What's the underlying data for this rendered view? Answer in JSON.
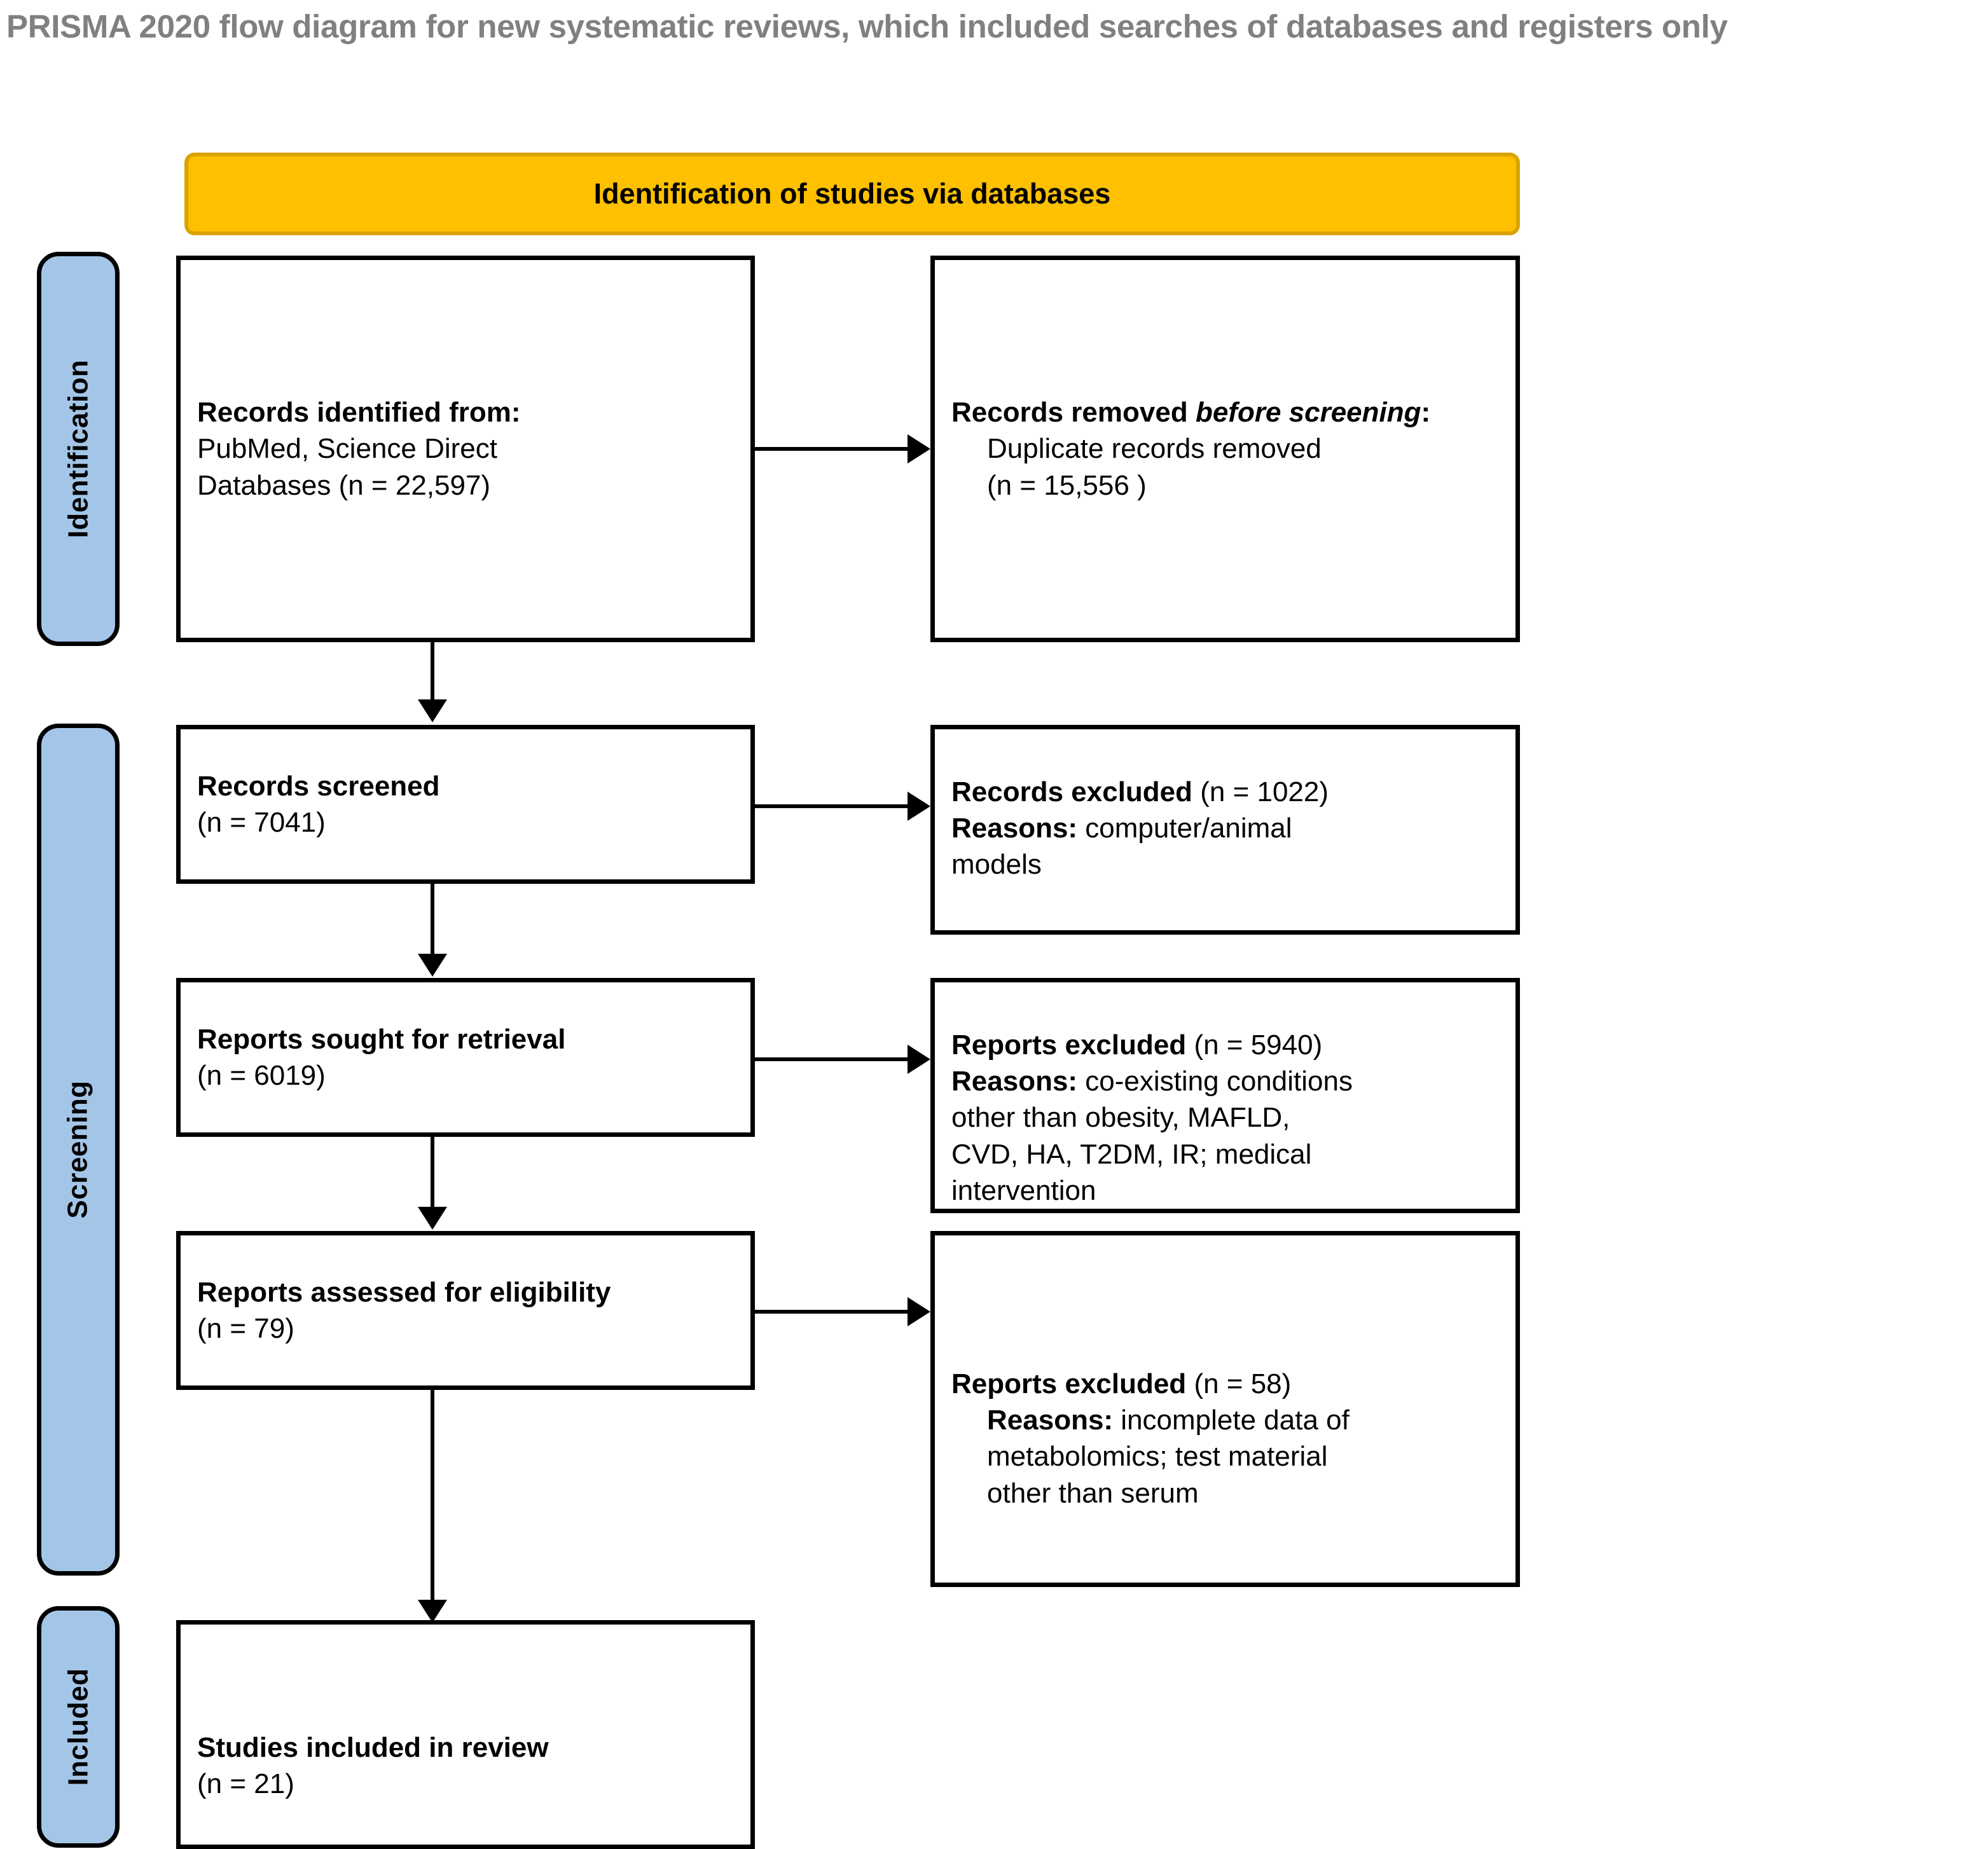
{
  "title": "PRISMA 2020 flow diagram for new systematic reviews, which included searches of databases and registers only",
  "colors": {
    "banner_fill": "#FFC000",
    "banner_border": "#D9A300",
    "stage_label_fill": "#A3C6E8",
    "box_border": "#000000",
    "title_text": "#808080"
  },
  "stages": [
    {
      "id": "identification",
      "label": "Identification"
    },
    {
      "id": "screening",
      "label": "Screening"
    },
    {
      "id": "included",
      "label": "Included"
    }
  ],
  "banner": {
    "label": "Identification of studies via databases"
  },
  "boxes": {
    "records_identified": {
      "heading": "Records identified from:",
      "line1": "PubMed, Science Direct",
      "line2": "Databases (n = 22,597)"
    },
    "records_removed": {
      "heading_a": "Records removed ",
      "heading_b": "before screening",
      "heading_c": ":",
      "line1": "Duplicate records removed",
      "line2": "(n = 15,556 )"
    },
    "records_screened": {
      "heading": "Records screened",
      "line1": "(n = 7041)"
    },
    "records_excluded": {
      "heading": "Records excluded",
      "count": " (n = 1022)",
      "reasons_label": "Reasons:",
      "reasons_text": " computer/animal",
      "reasons_line2": "models"
    },
    "reports_sought": {
      "heading": "Reports sought for retrieval",
      "line1": "(n = 6019)"
    },
    "reports_excluded_1": {
      "heading": "Reports excluded",
      "count": "  (n = 5940)",
      "reasons_label": "Reasons:",
      "reasons_text": " co-existing conditions",
      "reasons_line2": "other than obesity, MAFLD,",
      "reasons_line3": "CVD, HA,  T2DM, IR; medical",
      "reasons_line4": "intervention"
    },
    "reports_assessed": {
      "heading": "Reports assessed for eligibility",
      "line1": "(n = 79)"
    },
    "reports_excluded_2": {
      "heading": "Reports excluded",
      "count": " (n = 58)",
      "reasons_label": "Reasons:",
      "reasons_text": " incomplete data of",
      "reasons_line2": "metabolomics; test material",
      "reasons_line3": "other than serum"
    },
    "studies_included": {
      "heading": "Studies included in review",
      "line1": "(n = 21)"
    }
  },
  "chart_data": {
    "type": "table",
    "title": "PRISMA 2020 flow diagram for new systematic reviews, which included searches of databases and registers only",
    "categories": [
      "Records identified from PubMed, Science Direct Databases",
      "Duplicate records removed before screening",
      "Records screened",
      "Records excluded",
      "Reports sought for retrieval",
      "Reports excluded (screening)",
      "Reports assessed for eligibility",
      "Reports excluded (eligibility)",
      "Studies included in review"
    ],
    "values": [
      22597,
      15556,
      7041,
      1022,
      6019,
      5940,
      79,
      58,
      21
    ]
  }
}
